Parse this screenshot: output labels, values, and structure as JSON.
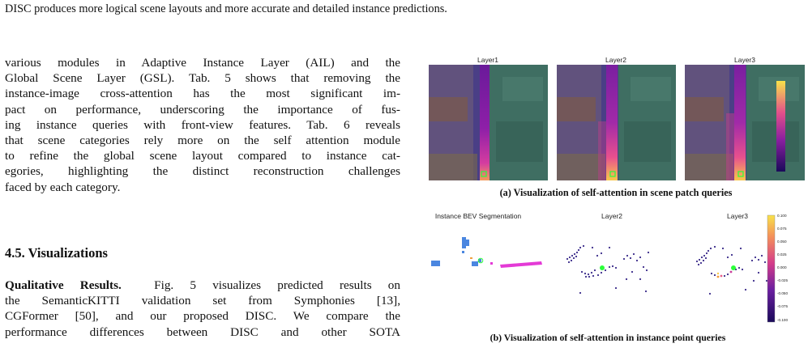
{
  "top_caption": "DISC produces more logical scene layouts and more accurate and detailed instance predictions.",
  "paragraph1_lines": [
    "various modules in Adaptive Instance Layer (AIL) and the",
    "Global Scene Layer (GSL). Tab. 5 shows that removing the",
    "instance-image cross-attention has the most significant im-",
    "pact on performance, underscoring the importance of fus-",
    "ing instance queries with front-view features. Tab. 6 reveals",
    "that scene categories rely more on the self attention module",
    "to refine the global scene layout compared to instance cat-",
    "egories, highlighting the distinct reconstruction challenges",
    "faced by each category."
  ],
  "section_heading": "4.5. Visualizations",
  "paragraph2": {
    "run_in_head": "Qualitative Results.",
    "first_line_rest": "Fig. 5 visualizes predicted results on",
    "lines": [
      "the SemanticKITTI validation set from Symphonies [13],",
      "CGFormer [50], and our proposed DISC. We compare the",
      "performance differences between DISC and other SOTA"
    ]
  },
  "figure_a": {
    "panel_titles": [
      "Layer1",
      "Layer2",
      "Layer3"
    ],
    "caption": "(a) Visualization of self-attention in scene patch queries"
  },
  "figure_b": {
    "panel_titles": [
      "Instance BEV Segmentation",
      "Layer2",
      "Layer3"
    ],
    "colorbar_ticks": [
      "0.100",
      "0.075",
      "0.050",
      "0.025",
      "0.000",
      "-0.025",
      "-0.050",
      "-0.075",
      "-0.100"
    ],
    "caption": "(b) Visualization of self-attention in instance point queries"
  },
  "colors": {
    "heat_low": "#2a1065",
    "heat_mid": "#c8349a",
    "heat_high": "#f8e24a",
    "scene_green": "#3f6e62",
    "instance_blue": "#4a86e0",
    "instance_magenta": "#e43ad6"
  }
}
